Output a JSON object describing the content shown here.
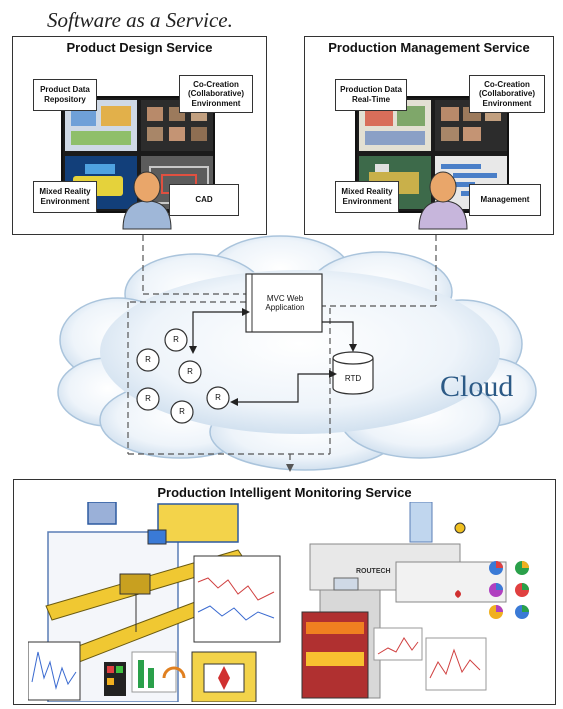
{
  "heading": "Software as a Service.",
  "design": {
    "title": "Product Design Service",
    "labels": {
      "repo": "Product Data\nRepository",
      "cocreation": "Co-Creation\n(Collaborative)\nEnvironment",
      "mixed": "Mixed Reality\nEnvironment",
      "cad": "CAD"
    }
  },
  "management": {
    "title": "Production Management Service",
    "labels": {
      "realtime": "Production Data\nReal-Time",
      "cocreation": "Co-Creation\n(Collaborative)\nEnvironment",
      "mixed": "Mixed Reality\nEnvironment",
      "management": "Management"
    }
  },
  "cloud": {
    "label": "Cloud",
    "mvc": "MVC Web\nApplication",
    "rtd": "RTD",
    "node": "R"
  },
  "monitoring": {
    "title": "Production Intelligent Monitoring Service",
    "brand": "ROUTECH"
  }
}
